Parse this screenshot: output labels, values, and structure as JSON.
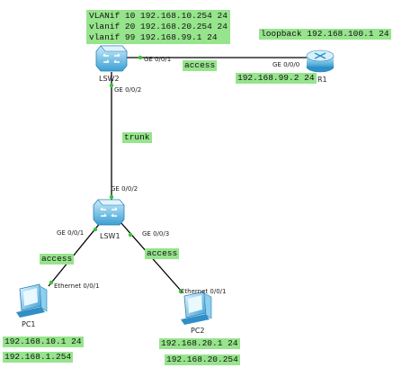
{
  "lsw2": {
    "name": "LSW2",
    "config_lines": [
      "VLANif 10 192.168.10.254 24",
      "vlanif 20 192.168.20.254 24",
      "vlanif 99 192.168.99.1 24"
    ],
    "port_right": "GE 0/0/1",
    "port_down": "GE 0/0/2"
  },
  "r1": {
    "name": "R1",
    "loopback": "loopback 192.168.100.1 24",
    "port": "GE 0/0/0",
    "ip": "192.168.99.2 24"
  },
  "lsw1": {
    "name": "LSW1",
    "port_up": "GE 0/0/2",
    "port_left": "GE 0/0/1",
    "port_right": "GE 0/0/3"
  },
  "pc1": {
    "name": "PC1",
    "port": "Ethernet 0/0/1",
    "ip": "192.168.10.1 24",
    "gateway": "192.168.1.254"
  },
  "pc2": {
    "name": "PC2",
    "port": "Ethernet 0/0/1",
    "ip": "192.168.20.1 24",
    "gateway": "192.168.20.254"
  },
  "links": {
    "lsw2_r1": "access",
    "lsw2_lsw1": "trunk",
    "lsw1_pc1": "access",
    "lsw1_pc2": "access"
  },
  "colors": {
    "label_bg": "#96e48c",
    "device_blue": "#3fa5d8",
    "endpoint_green": "#32c832"
  }
}
